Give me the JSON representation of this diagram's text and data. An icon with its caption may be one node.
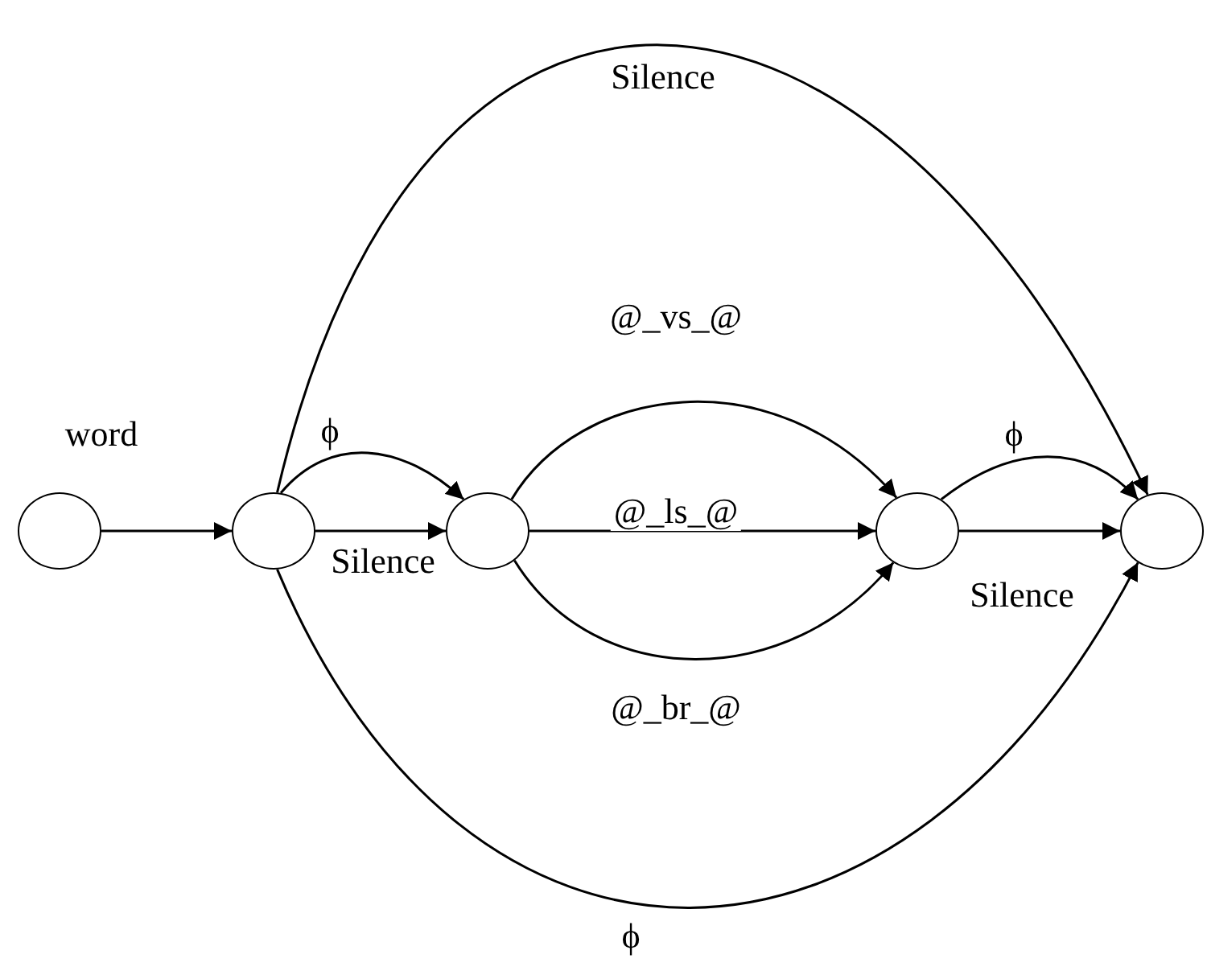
{
  "diagram": {
    "nodes": [
      {
        "text": [],
        "shape": "circle"
      },
      {
        "text": [],
        "shape": "circle"
      },
      {
        "text": [],
        "shape": "circle"
      },
      {
        "text": [],
        "shape": "circle"
      },
      {
        "text": [],
        "shape": "circle"
      }
    ],
    "edges": [
      {
        "from": 0,
        "to": 1,
        "arrow": "to",
        "label": "word"
      },
      {
        "from": 1,
        "to": 2,
        "arrow": "to",
        "label": "ϕ"
      },
      {
        "from": 1,
        "to": 2,
        "arrow": "to",
        "label": "Silence"
      },
      {
        "from": 2,
        "to": 3,
        "arrow": "to",
        "label": "@_vs_@"
      },
      {
        "from": 2,
        "to": 3,
        "arrow": "to",
        "label": "@_ls_@"
      },
      {
        "from": 2,
        "to": 3,
        "arrow": "to",
        "label": "@_br_@"
      },
      {
        "from": 3,
        "to": 4,
        "arrow": "to",
        "label": "ϕ"
      },
      {
        "from": 3,
        "to": 4,
        "arrow": "to",
        "label": "Silence"
      },
      {
        "from": 1,
        "to": 4,
        "arrow": "to",
        "label": "Silence"
      },
      {
        "from": 1,
        "to": 4,
        "arrow": "to",
        "label": "ϕ"
      }
    ]
  }
}
